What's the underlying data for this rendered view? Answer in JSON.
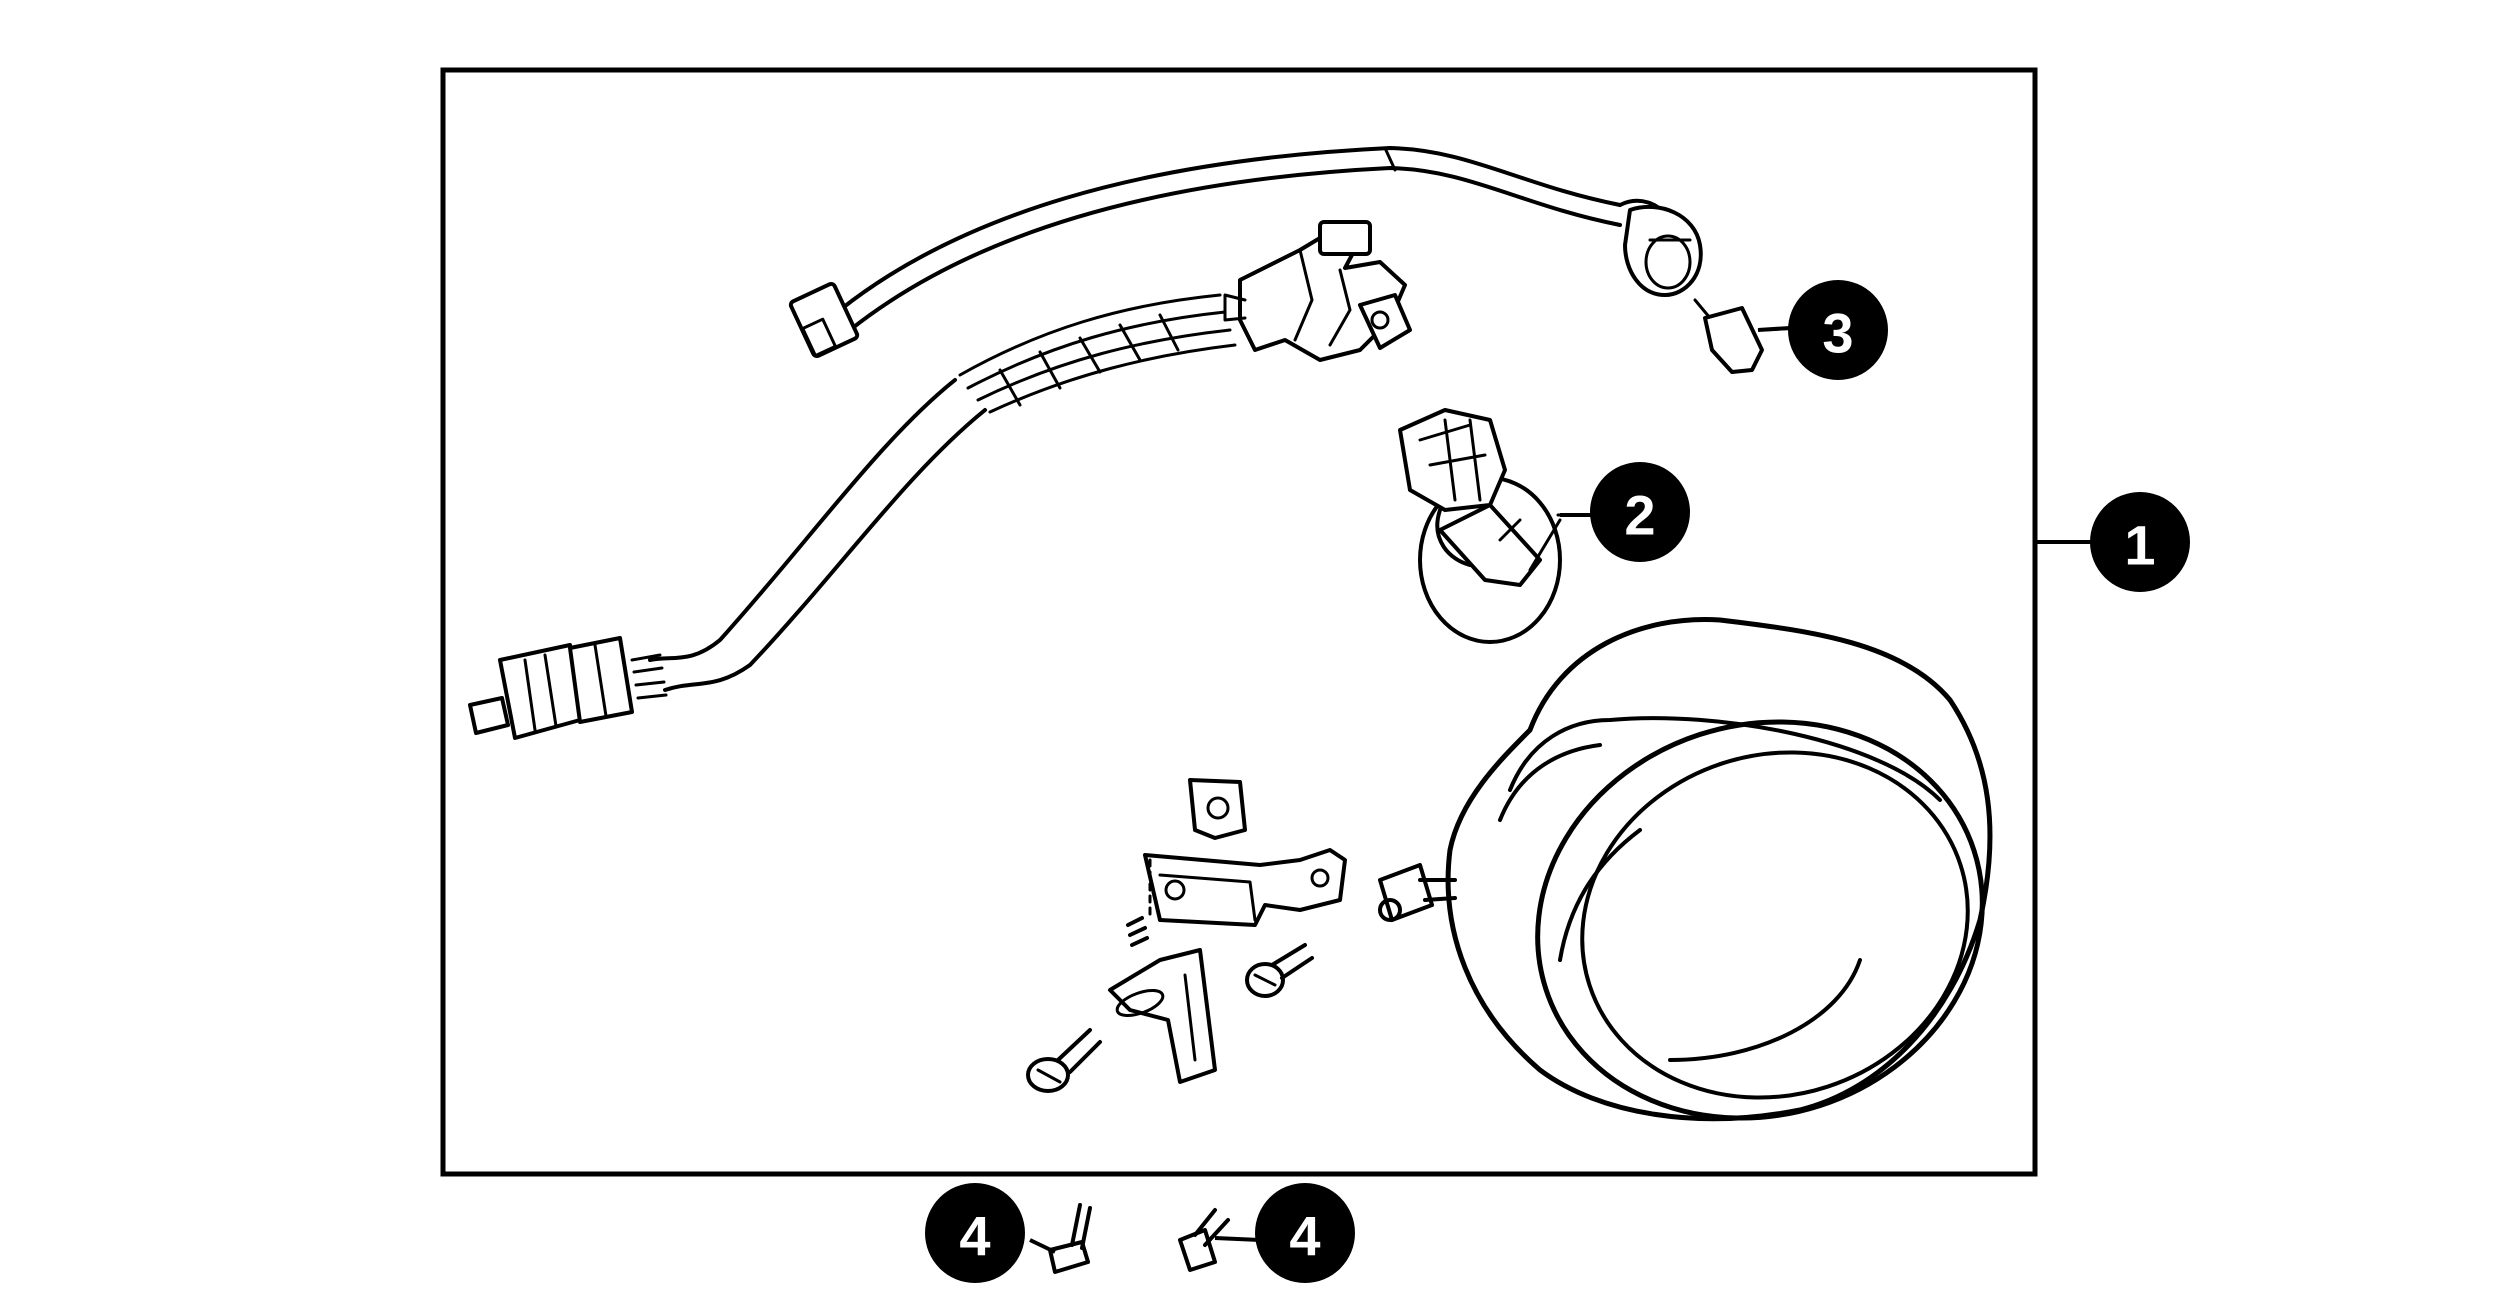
{
  "diagram": {
    "colors": {
      "ink": "#000000",
      "paper": "#ffffff",
      "callout_text": "#ffffff"
    },
    "callouts": [
      {
        "id": "callout-1",
        "label": "1",
        "part": "headlight-assembly-kit"
      },
      {
        "id": "callout-2",
        "label": "2",
        "part": "headlight-bulb"
      },
      {
        "id": "callout-3",
        "label": "3",
        "part": "position-bulb"
      },
      {
        "id": "callout-4a",
        "label": "4",
        "part": "screw"
      },
      {
        "id": "callout-4b",
        "label": "4",
        "part": "screw"
      }
    ]
  }
}
